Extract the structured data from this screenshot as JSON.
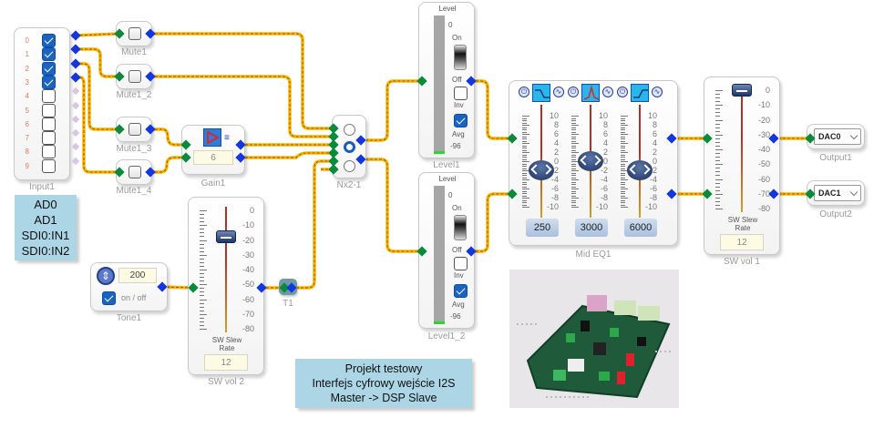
{
  "colors": {
    "wire": "#f5b800",
    "wire_dash": "#b54a00",
    "pin_in": "#0a8a3a",
    "pin_out": "#1336e0",
    "note_bg": "#acd5e6"
  },
  "input1": {
    "label": "Input1",
    "channels": [
      {
        "num": "0",
        "checked": true
      },
      {
        "num": "1",
        "checked": true
      },
      {
        "num": "2",
        "checked": true
      },
      {
        "num": "3",
        "checked": true
      },
      {
        "num": "4",
        "checked": false
      },
      {
        "num": "5",
        "checked": false
      },
      {
        "num": "6",
        "checked": false
      },
      {
        "num": "7",
        "checked": false
      },
      {
        "num": "8",
        "checked": false
      },
      {
        "num": "9",
        "checked": false
      }
    ]
  },
  "input_note": {
    "lines": [
      "AD0",
      "AD1",
      "SDI0:IN1",
      "SDI0:IN2"
    ]
  },
  "mutes": [
    {
      "label": "Mute1"
    },
    {
      "label": "Mute1_2"
    },
    {
      "label": "Mute1_3"
    },
    {
      "label": "Mute1_4"
    }
  ],
  "gain1": {
    "label": "Gain1",
    "value": "6"
  },
  "nx21": {
    "label": "Nx2-1",
    "selected_index": 1
  },
  "tone1": {
    "label": "Tone1",
    "value": "200",
    "onoff_label": "on / off",
    "enabled": true
  },
  "t1": {
    "label": "T1"
  },
  "swvol2": {
    "label": "SW vol 2",
    "scale": [
      "0",
      "-10",
      "-20",
      "-30",
      "-40",
      "-50",
      "-60",
      "-70",
      "-80"
    ],
    "level_db": -18,
    "slew_label_1": "SW Slew",
    "slew_label_2": "Rate",
    "slew_value": "12"
  },
  "level1": {
    "label": "Level1",
    "title": "Level",
    "top_value": "0",
    "on_label": "On",
    "off_label": "Off",
    "inv_label": "Inv",
    "inv_checked": false,
    "avg_label": "Avg",
    "avg_checked": true,
    "bottom_value": "-96"
  },
  "level1_2": {
    "label": "Level1_2",
    "title": "Level",
    "top_value": "0",
    "on_label": "On",
    "off_label": "Off",
    "inv_label": "Inv",
    "inv_checked": false,
    "avg_label": "Avg",
    "avg_checked": true,
    "bottom_value": "-96"
  },
  "mideq1": {
    "label": "Mid EQ1",
    "scale": [
      "10",
      "8",
      "6",
      "4",
      "2",
      "0",
      "-2",
      "-4",
      "-6",
      "-8",
      "-10"
    ],
    "bands": [
      {
        "type": "low-shelf",
        "freq": "250",
        "gain_db": -2
      },
      {
        "type": "peak",
        "freq": "3000",
        "gain_db": 0
      },
      {
        "type": "high-shelf",
        "freq": "6000",
        "gain_db": -2
      }
    ]
  },
  "swvol1": {
    "label": "SW vol 1",
    "scale": [
      "0",
      "-10",
      "-20",
      "-30",
      "-40",
      "-50",
      "-60",
      "-70",
      "-80"
    ],
    "level_db": 0,
    "slew_label_1": "SW Slew",
    "slew_label_2": "Rate",
    "slew_value": "12"
  },
  "output1": {
    "label": "Output1",
    "value": "DAC0"
  },
  "output2": {
    "label": "Output2",
    "value": "DAC1"
  },
  "project_note": {
    "lines": [
      "Projekt testowy",
      "Interfejs cyfrowy wejście I2S",
      "Master -> DSP Slave"
    ]
  }
}
